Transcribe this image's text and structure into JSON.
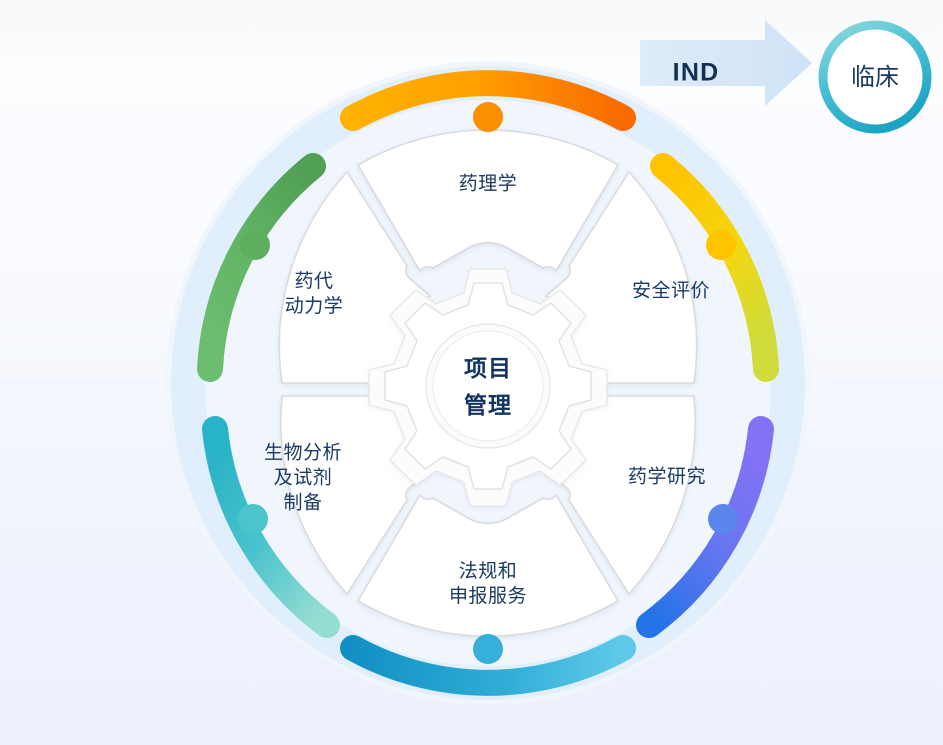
{
  "diagram": {
    "title_center": "项目\n管理",
    "center_line1": "项目",
    "center_line2": "管理",
    "flow": {
      "arrow_label": "IND",
      "destination_label": "临床"
    },
    "segments": [
      {
        "id": "pharmacology",
        "label": "药理学",
        "position": "top",
        "arc_color_start": "#ffb400",
        "arc_color_end": "#f96c00",
        "dot_color": "#fb8c00"
      },
      {
        "id": "safety-evaluation",
        "label": "安全评价",
        "position": "top-right",
        "arc_color_start": "#ffc400",
        "arc_color_end": "#cddb3c",
        "dot_color": "#ffc107"
      },
      {
        "id": "pharmaceutical-research",
        "label": "药学研究",
        "position": "bottom-right",
        "arc_color_start": "#7b6bf0",
        "arc_color_end": "#2f76e8",
        "dot_color": "#5a85ec"
      },
      {
        "id": "regulatory-and-filing",
        "label": "法规和\n申报服务",
        "position": "bottom",
        "arc_color_start": "#1391c4",
        "arc_color_end": "#57c6e8",
        "dot_color": "#35aedb"
      },
      {
        "id": "bioanalysis-and-reagents",
        "label": "生物分析\n及试剂\n制备",
        "position": "bottom-left",
        "arc_color_start": "#2bb6c8",
        "arc_color_end": "#8fd9d0",
        "dot_color": "#4cc3ca"
      },
      {
        "id": "pharmacokinetics",
        "label": "药代\n动力学",
        "position": "top-left",
        "arc_color_start": "#4f9f57",
        "arc_color_end": "#6dbd6d",
        "dot_color": "#62b163"
      }
    ],
    "colors": {
      "background_top": "#f7f8fa",
      "background_bottom": "#edf1fb",
      "outer_ring": "#e1eefb",
      "petal_fill": "#ffffff",
      "petal_stroke": "#d8dade",
      "gear_stroke": "#e2e4e8",
      "text": "#1b3a63",
      "arrow_fill": "#d6e6f7",
      "clinical_ring_start": "#7fd4da",
      "clinical_ring_end": "#22a9c6"
    }
  }
}
